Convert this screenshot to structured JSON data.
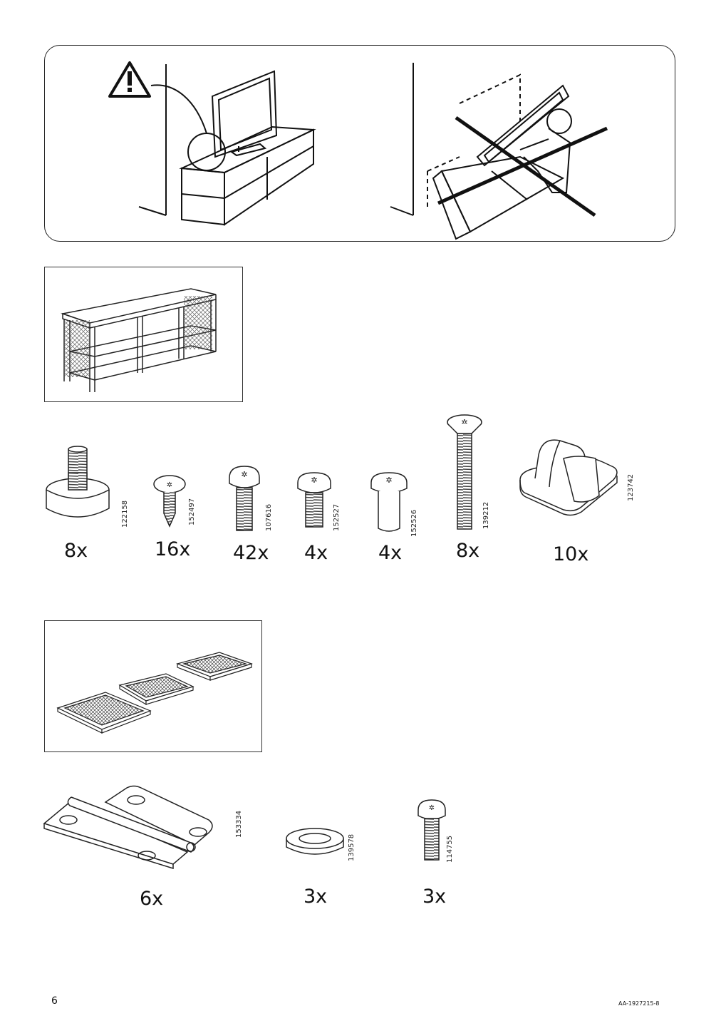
{
  "page": {
    "number": "6",
    "doc_id": "AA-1927215-8"
  },
  "warning": {
    "icon": "warning-triangle-icon"
  },
  "hardware_row1": [
    {
      "article": "122158",
      "qty": "8x"
    },
    {
      "article": "152497",
      "qty": "16x"
    },
    {
      "article": "107616",
      "qty": "42x"
    },
    {
      "article": "152527",
      "qty": "4x"
    },
    {
      "article": "152526",
      "qty": "4x"
    },
    {
      "article": "139212",
      "qty": "8x"
    },
    {
      "article": "123742",
      "qty": "10x"
    }
  ],
  "hardware_row2": [
    {
      "article": "153334",
      "qty": "6x"
    },
    {
      "article": "139578",
      "qty": "3x"
    },
    {
      "article": "114755",
      "qty": "3x"
    }
  ]
}
